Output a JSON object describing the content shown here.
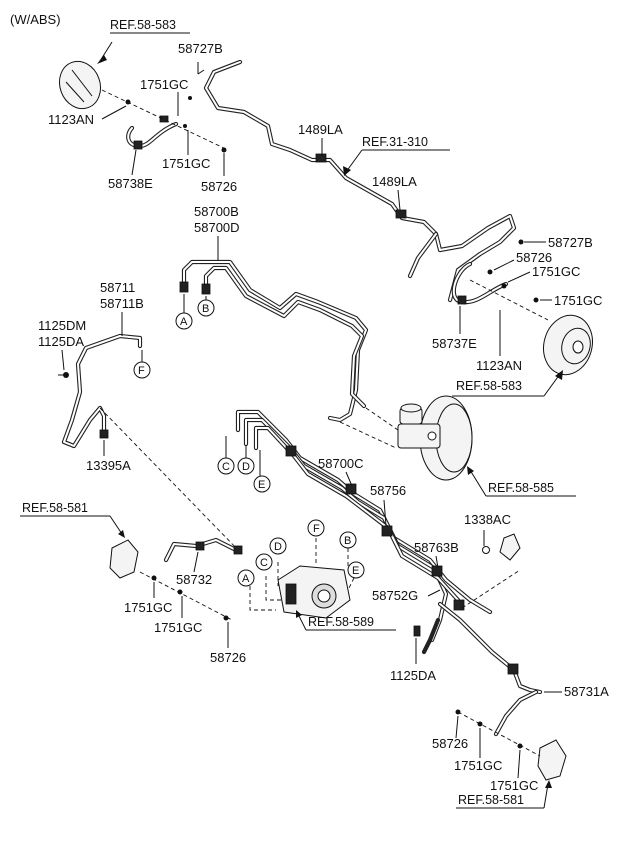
{
  "header": "(W/ABS)",
  "references": {
    "r1": "REF.58-583",
    "r2": "REF.31-310",
    "r3": "REF.58-583",
    "r4": "REF.58-585",
    "r5": "REF.58-581",
    "r6": "REF.58-589",
    "r7": "REF.58-581"
  },
  "parts": {
    "p58727B_a": "58727B",
    "p1751GC_a": "1751GC",
    "p1123AN_a": "1123AN",
    "p1751GC_b": "1751GC",
    "p58738E": "58738E",
    "p58726_a": "58726",
    "p1489LA_a": "1489LA",
    "p1489LA_b": "1489LA",
    "p58700B": "58700B",
    "p58700D": "58700D",
    "p58727B_b": "58727B",
    "p58726_b": "58726",
    "p1751GC_c": "1751GC",
    "p1751GC_d": "1751GC",
    "p58737E": "58737E",
    "p1123AN_b": "1123AN",
    "p58711": "58711",
    "p58711B": "58711B",
    "p1125DM": "1125DM",
    "p1125DA_a": "1125DA",
    "p13395A": "13395A",
    "p58700C": "58700C",
    "p58756": "58756",
    "p1338AC": "1338AC",
    "p58763B": "58763B",
    "p58752G": "58752G",
    "p58732": "58732",
    "p1751GC_e": "1751GC",
    "p1751GC_f": "1751GC",
    "p58726_c": "58726",
    "p1125DA_b": "1125DA",
    "p58731A": "58731A",
    "p58726_d": "58726",
    "p1751GC_g": "1751GC",
    "p1751GC_h": "1751GC"
  },
  "connectors": {
    "a1": "A",
    "b1": "B",
    "f1": "F",
    "c1": "C",
    "d1": "D",
    "e1": "E",
    "a2": "A",
    "c2": "C",
    "d2": "D",
    "f2": "F",
    "b2": "B",
    "e2": "E"
  }
}
